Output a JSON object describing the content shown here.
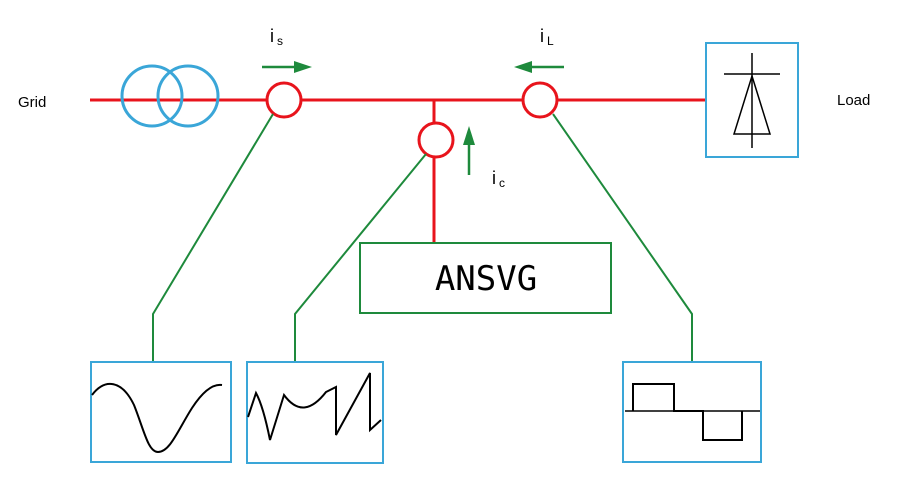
{
  "labels": {
    "grid": "Grid",
    "load": "Load",
    "is_main": "i",
    "is_sub": "s",
    "il_main": "i",
    "il_sub": "L",
    "ic_main": "i",
    "ic_sub": "c",
    "ansvg": "ANSVG"
  },
  "colors": {
    "bus": "#e8141c",
    "signal": "#1e8a3c",
    "arrow": "#1e8a3c",
    "transformer": "#3aa6d8",
    "box_border": "#3aa6d8",
    "ansvg_border": "#1e8a3c",
    "waveform": "#000000"
  }
}
